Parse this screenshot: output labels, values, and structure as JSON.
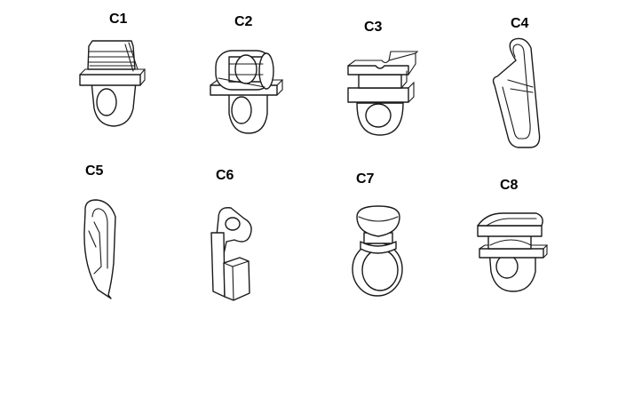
{
  "items": [
    {
      "label": "C1",
      "icon": "slider-tab-glider-icon"
    },
    {
      "label": "C2",
      "icon": "wheeled-glider-icon"
    },
    {
      "label": "C3",
      "icon": "block-glider-icon"
    },
    {
      "label": "C4",
      "icon": "s-hook-icon"
    },
    {
      "label": "C5",
      "icon": "pin-clip-hook-icon"
    },
    {
      "label": "C6",
      "icon": "flat-hook-icon"
    },
    {
      "label": "C7",
      "icon": "knob-ring-glider-icon"
    },
    {
      "label": "C8",
      "icon": "capped-glider-icon"
    }
  ],
  "colors": {
    "line": "#1a1a1a",
    "fill": "#ffffff",
    "background": "#ffffff"
  }
}
